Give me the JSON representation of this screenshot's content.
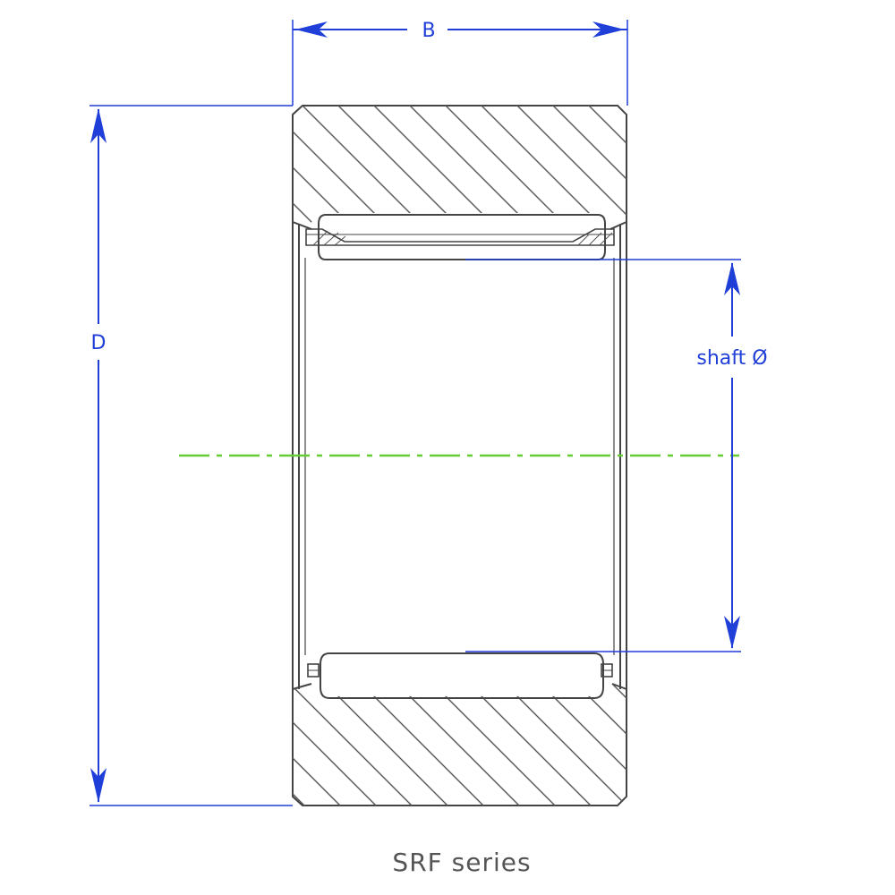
{
  "labels": {
    "width_dim": "B",
    "outer_dim": "D",
    "shaft_dim": "shaft Ø"
  },
  "caption": "SRF series",
  "colors": {
    "dimension": "#1f3fd8",
    "outline": "#444444",
    "centerline": "#66cc33",
    "caption": "#555555"
  }
}
